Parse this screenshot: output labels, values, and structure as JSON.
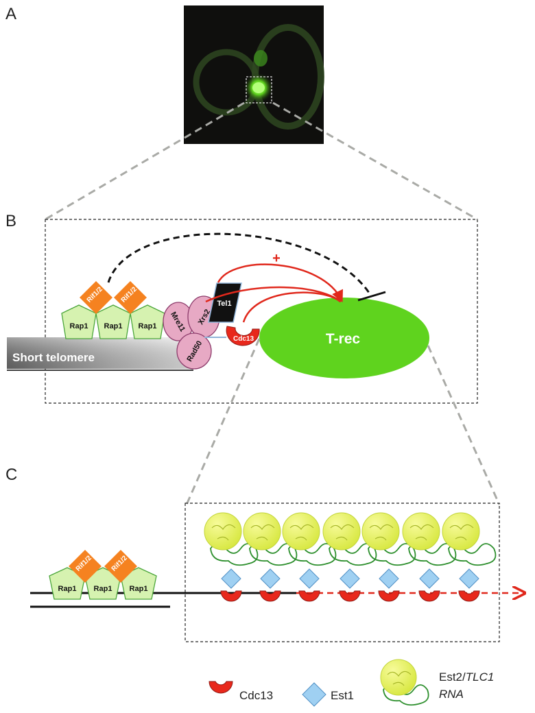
{
  "panels": {
    "a": "A",
    "b": "B",
    "c": "C"
  },
  "labels": {
    "short_telomere": "Short telomere",
    "t_rec": "T-rec",
    "tel1": "Tel1",
    "mre11": "Mre11",
    "xrs2": "Xrs2",
    "rad50": "Rad50",
    "cdc13": "Cdc13",
    "rap1": "Rap1",
    "rif": "Rif1/2",
    "plus": "+"
  },
  "legend": {
    "cdc13": "Cdc13",
    "est1": "Est1",
    "est2_prefix": "Est2/",
    "est2_italic": "TLC1",
    "est2_line2": "RNA"
  },
  "colors": {
    "rap1_fill": "#d6f2b0",
    "rap1_stroke": "#4aa53a",
    "rif_fill": "#f58220",
    "mrx_fill": "#e7a9c4",
    "mrx_stroke": "#8c3b6b",
    "trec_fill": "#5fd31e",
    "cdc13_fill": "#e8281c",
    "est1_fill": "#9fd0f2",
    "est2_fill": "#e6f04a",
    "rna_stroke": "#2d8f2d",
    "arrow_red": "#e0281c",
    "dashed_gray": "#a9aaa6"
  },
  "icons": [
    "cdc13-icon",
    "est1-icon",
    "est2-tlc1-icon",
    "tel1-icon"
  ]
}
